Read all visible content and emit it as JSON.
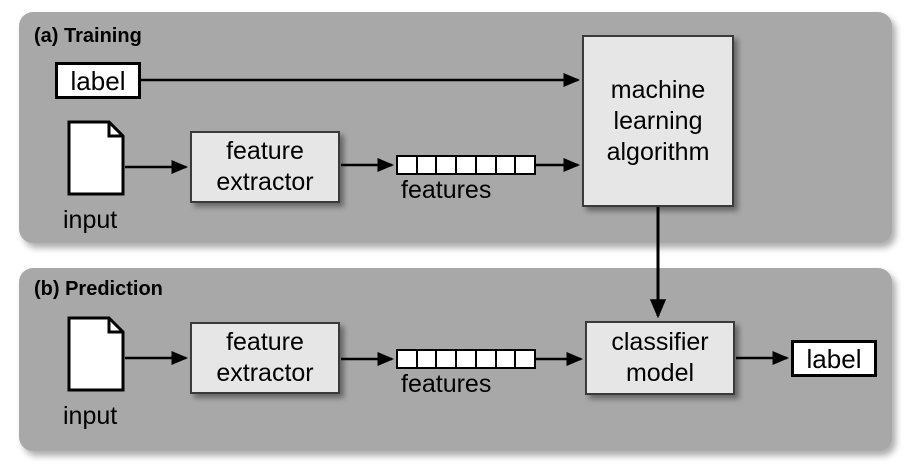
{
  "figure": {
    "title_a": "(a) Training",
    "title_b": "(b) Prediction"
  },
  "colors": {
    "panel_background": "#a8a8a8",
    "box_fill": "#e6e6e6",
    "box_border": "#3a3a3a",
    "label_fill": "#ffffff",
    "label_border": "#000000",
    "arrow": "#000000",
    "page_background": "#ffffff"
  },
  "panel_a": {
    "label_box": "label",
    "input_caption": "input",
    "feature_extractor": {
      "line1": "feature",
      "line2": "extractor"
    },
    "features_caption": "features",
    "feature_cells": 7,
    "algorithm_box": {
      "line1": "machine",
      "line2": "learning",
      "line3": "algorithm"
    }
  },
  "panel_b": {
    "input_caption": "input",
    "feature_extractor": {
      "line1": "feature",
      "line2": "extractor"
    },
    "features_caption": "features",
    "feature_cells": 7,
    "classifier_box": {
      "line1": "classifier",
      "line2": "model"
    },
    "output_label_box": "label"
  },
  "icons": {
    "document": "document-page-icon"
  }
}
